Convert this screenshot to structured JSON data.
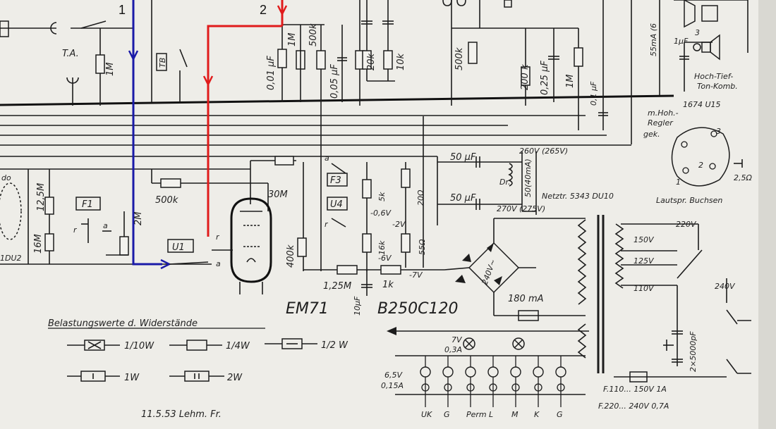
{
  "colors": {
    "blue_path": "#1a1aa8",
    "red_path": "#e01b1b",
    "paper": "#eeede8",
    "ink": "#1c1c1c"
  },
  "markers": {
    "m1": "1",
    "m2": "2"
  },
  "labels": {
    "ta": "T.A.",
    "r_1m_a": "1M",
    "tb": "TB",
    "c_001": "0,01 µF",
    "r_1m_b": "1M",
    "r_500k_top": "500k",
    "c_005": "0,05 µF",
    "r_20k": "20k",
    "r_10k": "10k",
    "r_500k_mid": "500k",
    "r_200k": "200 k",
    "c_025": "0,25 µF",
    "r_1m_c": "1M",
    "c_01": "0,1 µF",
    "ma55": "55mA (6",
    "c_1uf": "1µF",
    "spk3": "3",
    "hochtief1": "Hoch-Tief-",
    "hochtief2": "Ton-Komb.",
    "hochtief3": "1674 U15",
    "mhoh1": "m.Hoh.-",
    "mhoh2": "Regler",
    "mhoh3": "gek.",
    "do": "do",
    "r_125m": "12,5M",
    "r_16m": "16M",
    "f1": "F1",
    "f1_r": "r",
    "f1_a": "a",
    "r_2m": "2M",
    "r_500k_low": "500k",
    "r_30m": "30M",
    "u1": "U1",
    "sw_r": "r",
    "sw_a": "a",
    "r_400k": "400k",
    "f3": "F3",
    "u4": "U4",
    "f3_a": "a",
    "u4_r": "r",
    "r_5k": "5k",
    "v06": "-0,6V",
    "r_20": "20Ω",
    "v2": "-2V",
    "r_16k": "16k",
    "v6": "-6V",
    "r_55": "55Ω",
    "v7": "-7V",
    "r_125M": "1,25M",
    "r_1k": "1k",
    "c_10": "10µF",
    "c50a": "50 µF",
    "c50b": "50 µF",
    "v260": "260V (265V)",
    "v270": "270V (275V)",
    "dr": "Dr.",
    "dr_ma": "50(40mA)",
    "netztr": "Netztr. 5343 DU10",
    "spk_sock": "Lautspr. Buchsen",
    "sock_1": "1",
    "sock_2": "2",
    "sock_3": "3",
    "sock_25": "2,5Ω",
    "v240ac": "240V~",
    "v220": "220V",
    "v150": "150V",
    "v125": "125V",
    "v110": "110V",
    "v240": "240V",
    "ma180": "180 mA",
    "em71": "EM71",
    "b250": "B250C120",
    "lamp_v7": "7V",
    "lamp_a03": "0,3A",
    "lamp_v65": "6,5V",
    "lamp_a015": "0,15A",
    "cap5000": "2×5000pF",
    "fuse1": "F.110... 150V  1A",
    "fuse2": "F.220... 240V 0,7A",
    "bands": [
      "UK",
      "G",
      "Perm",
      "L",
      "M",
      "K",
      "G"
    ],
    "legend_title": "Belastungswerte d. Widerstände",
    "leg_110w": "1/10W",
    "leg_14w": "1/4W",
    "leg_12w": "1/2 W",
    "leg_1w": "1W",
    "leg_2w": "2W",
    "signature": "11.5.53  Lehm. Fr.",
    "left_du": "1DU2"
  }
}
